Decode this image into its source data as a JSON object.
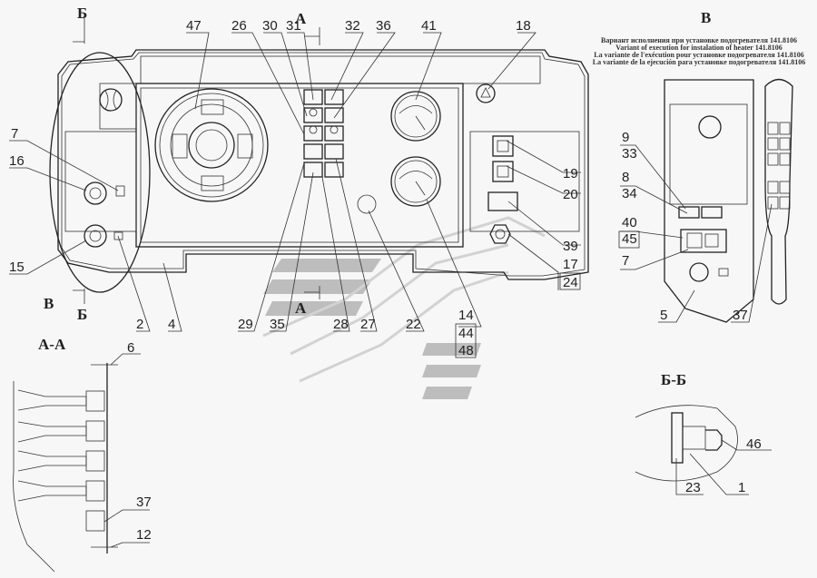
{
  "main_view": {
    "section_marks": {
      "b_top": "Б",
      "b_bottom": "Б",
      "a_top": "А",
      "a_bottom": "А",
      "v": "В"
    },
    "callouts_top": [
      "47",
      "26",
      "30",
      "31",
      "32",
      "36",
      "41",
      "18"
    ],
    "callouts_left": [
      "7",
      "16",
      "15"
    ],
    "callouts_bottom": [
      "2",
      "4",
      "29",
      "35",
      "28",
      "27",
      "22"
    ],
    "callouts_right": [
      "19",
      "20",
      "39",
      "17",
      "24"
    ],
    "callouts_stack": [
      "14",
      "44",
      "48"
    ]
  },
  "view_v": {
    "title": "В",
    "notes": [
      "Вариант исполнения при установке подогревателя 141.8106",
      "Variant of execution for instalation of heater 141.8106",
      "La variante de l'exécution pour установке подогревателя 141.8106",
      "La variante de la ejecución para установке подогревателя 141.8106"
    ],
    "callouts": [
      "9",
      "33",
      "8",
      "34",
      "40",
      "45",
      "7",
      "5",
      "37"
    ]
  },
  "section_aa": {
    "title": "А-А",
    "callouts": [
      "6",
      "37",
      "12"
    ]
  },
  "section_bb": {
    "title": "Б-Б",
    "callouts": [
      "46",
      "23",
      "1"
    ]
  }
}
